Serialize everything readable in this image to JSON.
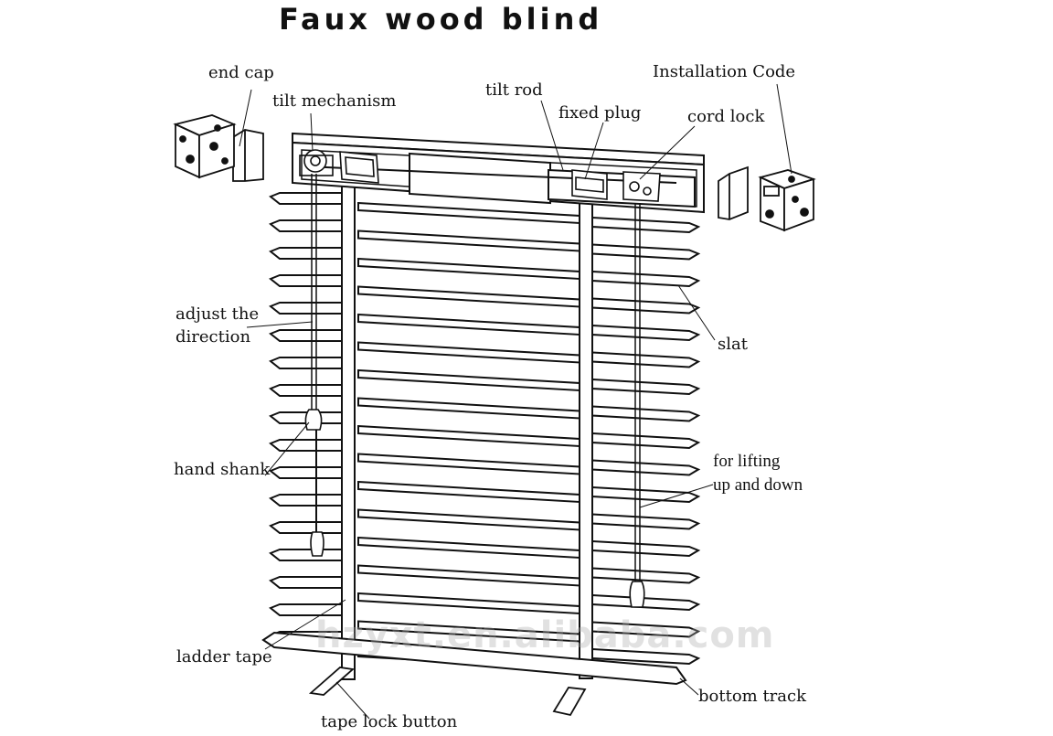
{
  "title": "Faux wood blind",
  "labels": {
    "end_cap": "end cap",
    "tilt_mechanism": "tilt mechanism",
    "tilt_rod": "tilt rod",
    "fixed_plug": "fixed plug",
    "cord_lock": "cord lock",
    "installation_code": "Installation Code",
    "adjust_the_direction": [
      "adjust the",
      "direction"
    ],
    "slat": "slat",
    "hand_shank": "hand shank",
    "for_lifting": [
      "for lifting",
      "up and down"
    ],
    "ladder_tape": "ladder tape",
    "bottom_track": "bottom track",
    "tape_lock_button": "tape lock button"
  },
  "watermark": "hzyxt.en.alibaba.com",
  "colors": {
    "ink": "#111111",
    "paper": "#ffffff",
    "watermark": "#aaaaaa"
  }
}
